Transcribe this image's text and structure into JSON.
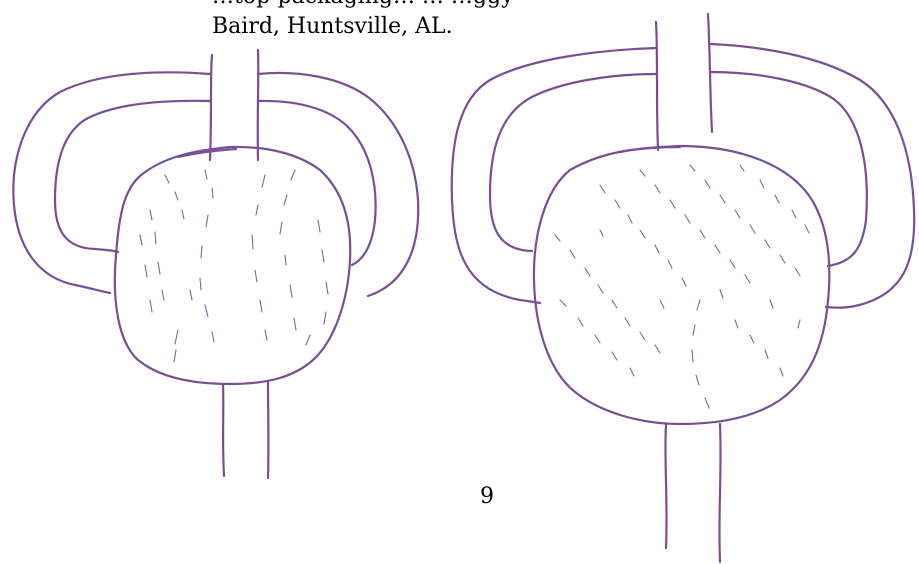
{
  "caption": {
    "line1": "…top-packaging… … …ggy",
    "line2": "Baird, Huntsville, AL."
  },
  "page_number": "9",
  "colors": {
    "drawing_stroke": "#7a4e97",
    "text": "#000000",
    "background": "#ffffff"
  }
}
